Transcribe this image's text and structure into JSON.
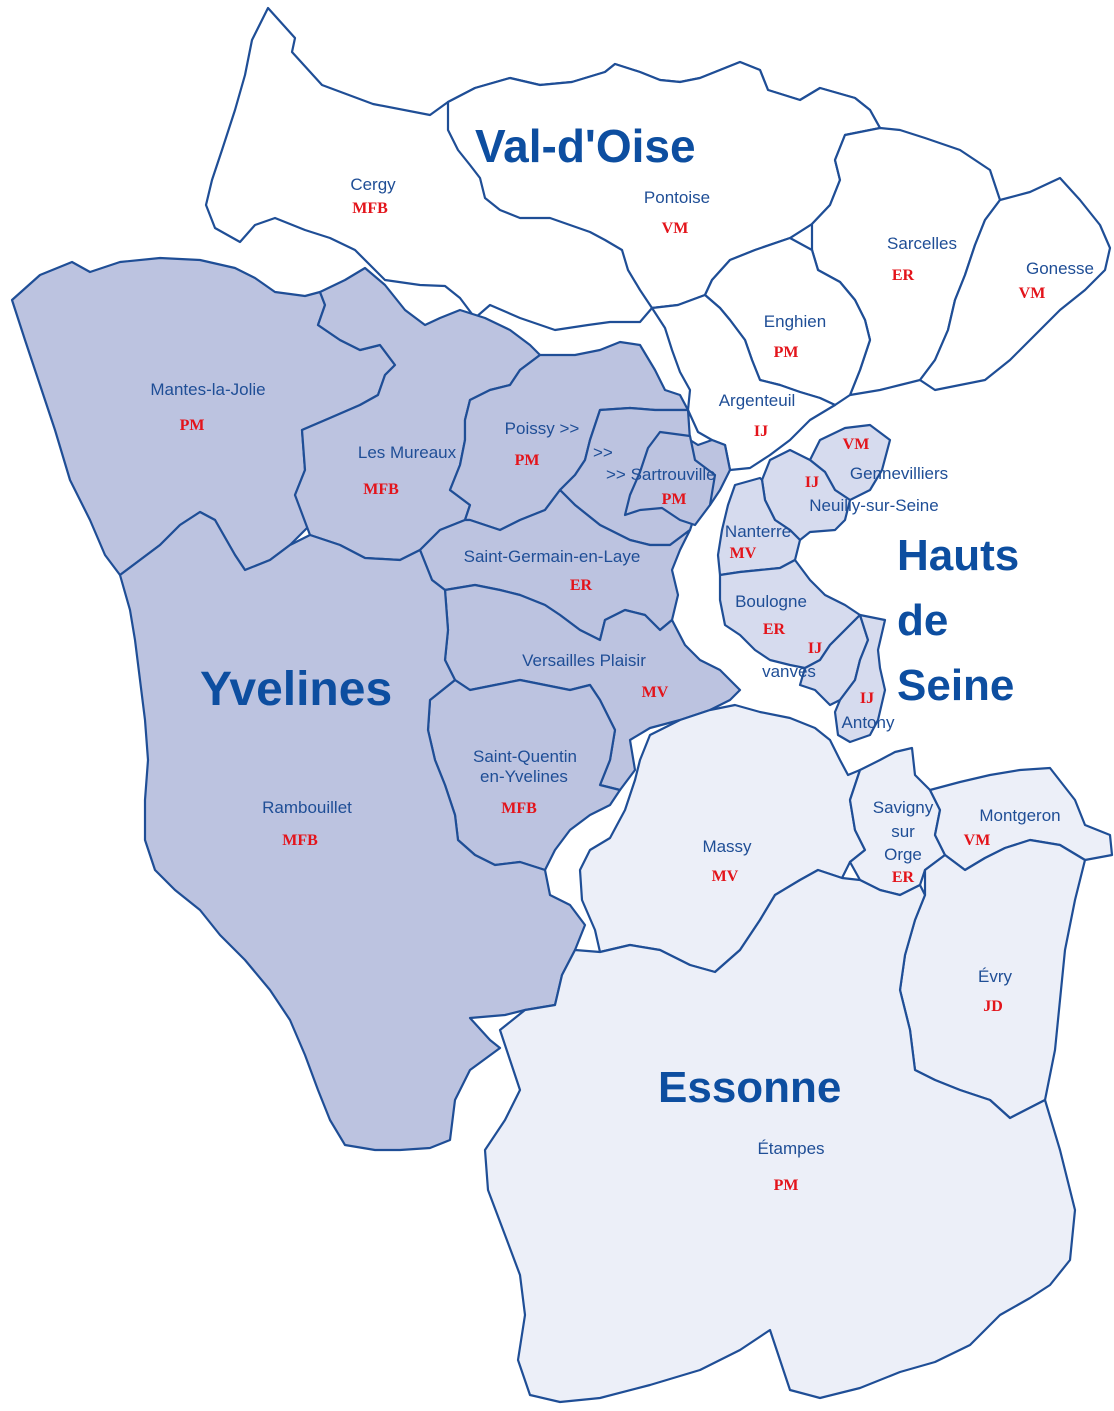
{
  "colors": {
    "val_doise": "#ffffff",
    "yvelines": "#bcc3e0",
    "hauts_de_seine": "#d6dbee",
    "essonne": "#eceff8",
    "border": "#1f4e96",
    "dept_text": "#0d4ea0",
    "code_text": "#e3141b"
  },
  "departments": {
    "val_doise": "Val-d'Oise",
    "yvelines": "Yvelines",
    "hauts_de_seine_1": "Hauts",
    "hauts_de_seine_2": "de",
    "hauts_de_seine_3": "Seine",
    "essonne": "Essonne"
  },
  "districts": {
    "cergy": {
      "name": "Cergy",
      "code": "MFB"
    },
    "pontoise": {
      "name": "Pontoise",
      "code": "VM"
    },
    "sarcelles": {
      "name": "Sarcelles",
      "code": "ER"
    },
    "gonesse": {
      "name": "Gonesse",
      "code": "VM"
    },
    "enghien": {
      "name": "Enghien",
      "code": "PM"
    },
    "argenteuil": {
      "name": "Argenteuil",
      "code": "IJ"
    },
    "mantes": {
      "name": "Mantes-la-Jolie",
      "code": "PM"
    },
    "mureaux": {
      "name": "Les Mureaux",
      "code": "MFB"
    },
    "poissy": {
      "name": "Poissy >>",
      "code": "PM"
    },
    "sartrouville_arrows": ">>",
    "sartrouville": {
      "name": ">> Sartrouville",
      "code": "PM"
    },
    "saint_germain": {
      "name": "Saint-Germain-en-Laye",
      "code": "ER"
    },
    "versailles": {
      "name": "Versailles Plaisir",
      "code": "MV"
    },
    "saint_quentin": {
      "name_1": "Saint-Quentin",
      "name_2": "en-Yvelines",
      "code": "MFB"
    },
    "rambouillet": {
      "name": "Rambouillet",
      "code": "MFB"
    },
    "gennevilliers": {
      "name": "Gennevilliers",
      "code": "VM"
    },
    "neuilly": {
      "name": "Neuilly-sur-Seine",
      "code": "IJ"
    },
    "nanterre": {
      "name": "Nanterre",
      "code": "MV"
    },
    "boulogne": {
      "name": "Boulogne",
      "code": "ER"
    },
    "vanves": {
      "name": "vanves",
      "code": "IJ"
    },
    "antony": {
      "name": "Antony",
      "code": "IJ"
    },
    "massy": {
      "name": "Massy",
      "code": "MV"
    },
    "savigny": {
      "name_1": "Savigny",
      "name_2": "sur",
      "name_3": "Orge",
      "code": "ER"
    },
    "montgeron": {
      "name": "Montgeron",
      "code": "VM"
    },
    "evry": {
      "name": "Évry",
      "code": "JD"
    },
    "etampes": {
      "name": "Étampes",
      "code": "PM"
    }
  }
}
